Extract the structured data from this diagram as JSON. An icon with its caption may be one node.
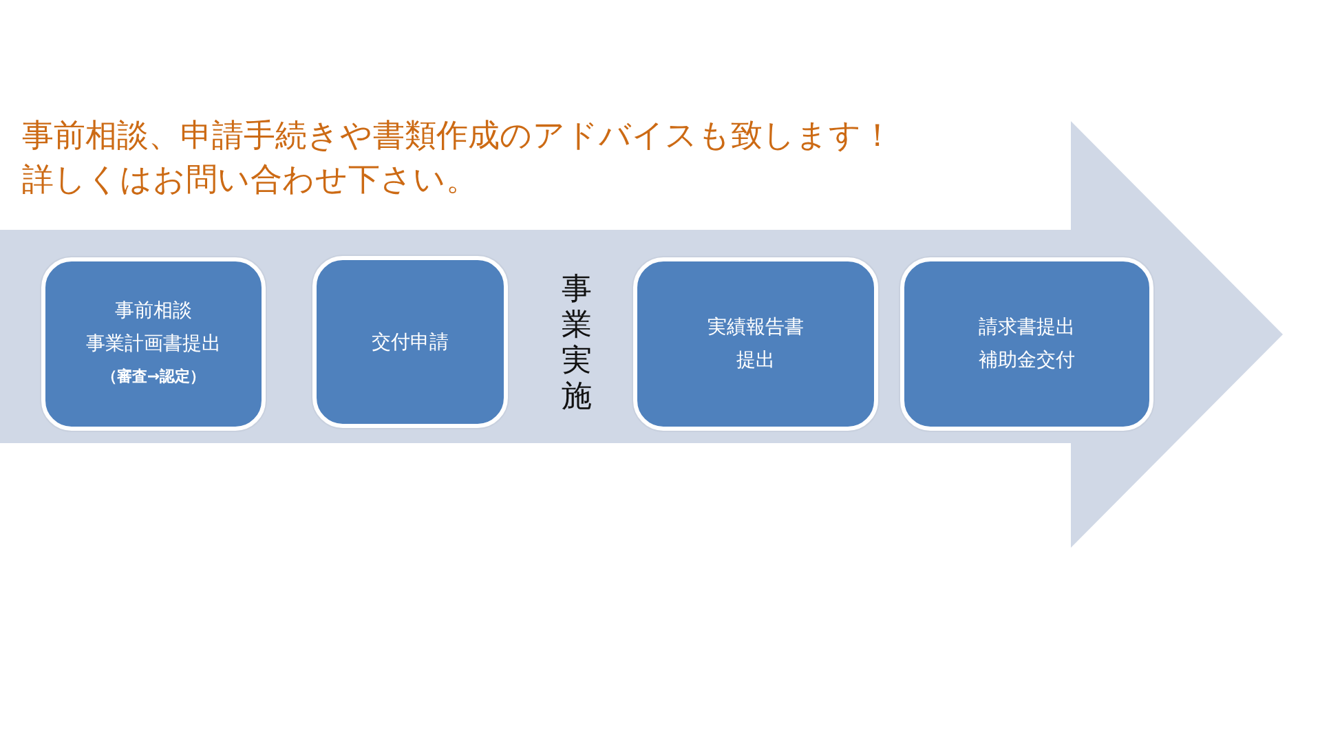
{
  "diagram": {
    "nodes": [
      {
        "text": [
          "事前相談",
          "事業計画書提出",
          "（審査→認定）"
        ]
      },
      {
        "text": [
          "交付申請"
        ]
      },
      {
        "text": [
          "実績報告書",
          "提出"
        ]
      },
      {
        "text": [
          "請求書提出",
          "補助金交付"
        ]
      }
    ],
    "labels": [
      "事前相談、申請手続きや書類作成のアドバイスも致します！",
      "詳しくはお問い合わせ下さい。",
      "事業実施"
    ]
  }
}
